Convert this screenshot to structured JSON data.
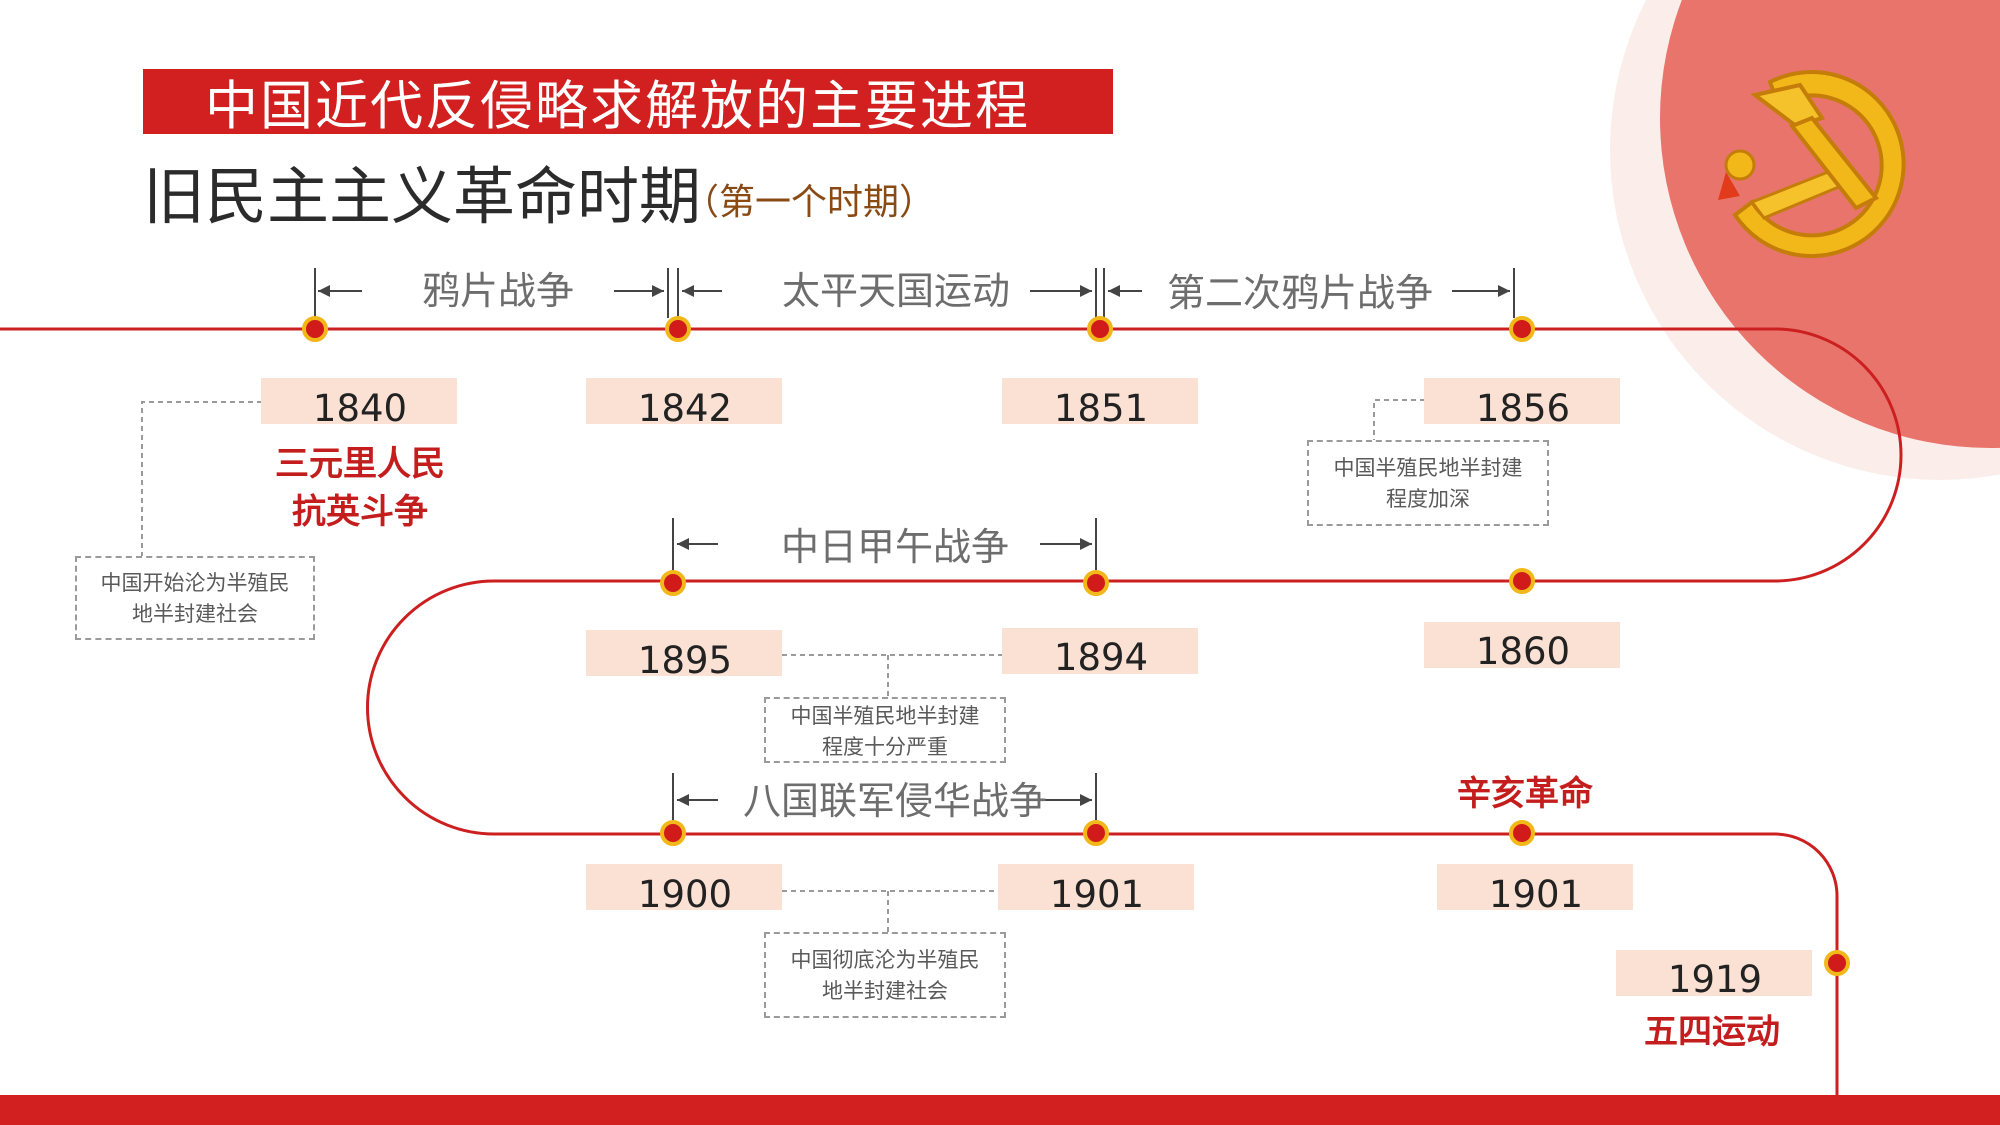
{
  "header": {
    "banner_title": "中国近代反侵略求解放的主要进程",
    "title": "旧民主主义革命时期",
    "subtitle": "（第一个时期）"
  },
  "periods": {
    "opium_war": "鸦片战争",
    "taiping": "太平天国运动",
    "second_opium_war": "第二次鸦片战争",
    "sino_japanese_war": "中日甲午战争",
    "eight_nation": "八国联军侵华战争"
  },
  "years": {
    "y1840": "1840",
    "y1842": "1842",
    "y1851": "1851",
    "y1856": "1856",
    "y1860": "1860",
    "y1894": "1894",
    "y1895": "1895",
    "y1900": "1900",
    "y1901a": "1901",
    "y1901b": "1901",
    "y1919": "1919"
  },
  "events": {
    "sanyuanli_line1": "三元里人民",
    "sanyuanli_line2": "抗英斗争",
    "xinhai": "辛亥革命",
    "may_fourth": "五四运动"
  },
  "notes": {
    "note1_line1": "中国开始沦为半殖民",
    "note1_line2": "地半封建社会",
    "note2_line1": "中国半殖民地半封建",
    "note2_line2": "程度加深",
    "note3_line1": "中国半殖民地半封建",
    "note3_line2": "程度十分严重",
    "note4_line1": "中国彻底沦为半殖民",
    "note4_line2": "地半封建社会"
  },
  "colors": {
    "accent_red": "#d21f1f",
    "timeline_red": "#cc2020",
    "year_box": "#fbe1d4",
    "dot_fill": "#d11a1a",
    "dot_ring": "#f2b81a"
  },
  "icons": {
    "emblem": "hammer-and-sickle-icon"
  }
}
